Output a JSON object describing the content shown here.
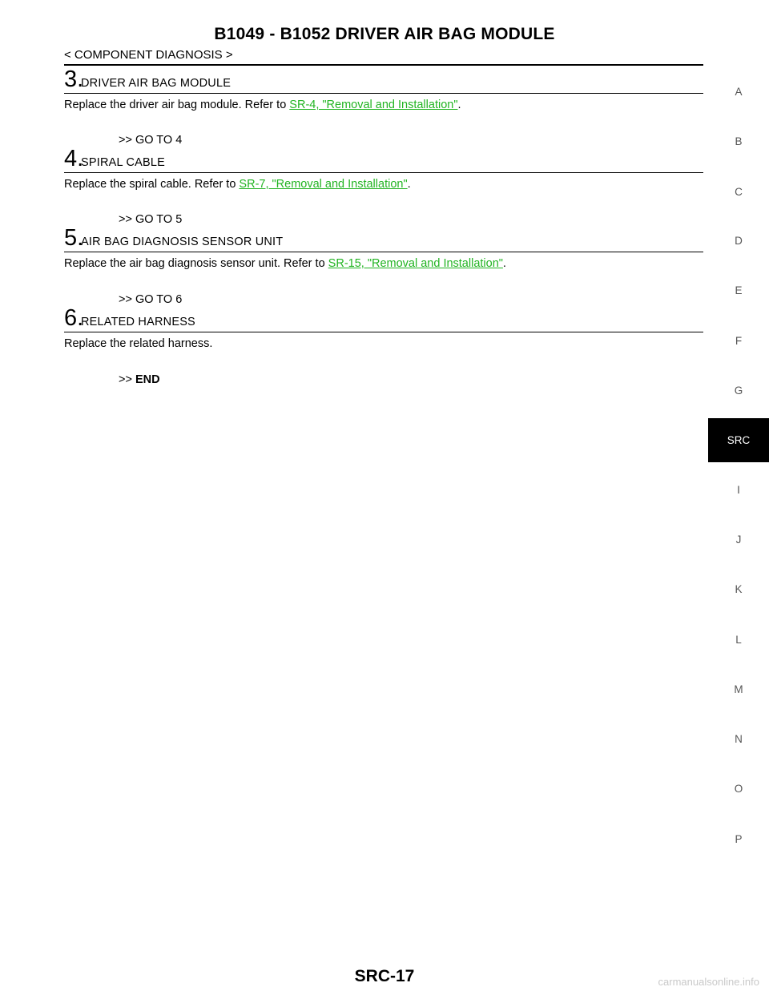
{
  "header": {
    "title": "B1049 - B1052 DRIVER AIR BAG MODULE",
    "breadcrumb": "< COMPONENT DIAGNOSIS >"
  },
  "steps": [
    {
      "number": "3.",
      "title": "DRIVER AIR BAG MODULE",
      "text_before": "Replace the driver air bag module.  Refer to ",
      "link": "SR-4, \"Removal and Installation\"",
      "text_after": ".",
      "goto_prefix": ">> ",
      "goto": "GO TO 4"
    },
    {
      "number": "4.",
      "title": "SPIRAL CABLE",
      "text_before": "Replace the spiral cable.  Refer to ",
      "link": "SR-7, \"Removal and Installation\"",
      "text_after": ".",
      "goto_prefix": ">> ",
      "goto": "GO TO 5"
    },
    {
      "number": "5.",
      "title": "AIR BAG DIAGNOSIS SENSOR UNIT",
      "text_before": "Replace the air bag diagnosis sensor unit.  Refer to ",
      "link": "SR-15, \"Removal and Installation\"",
      "text_after": ".",
      "goto_prefix": ">> ",
      "goto": "GO TO 6"
    },
    {
      "number": "6.",
      "title": "RELATED HARNESS",
      "text_before": "Replace the related harness.",
      "goto_prefix": ">> ",
      "goto": "END"
    }
  ],
  "index_tabs": [
    "A",
    "B",
    "C",
    "D",
    "E",
    "F",
    "G",
    "SRC",
    "I",
    "J",
    "K",
    "L",
    "M",
    "N",
    "O",
    "P"
  ],
  "active_tab": "SRC",
  "footer": {
    "page_number": "SRC-17",
    "watermark": "carmanualsonline.info"
  },
  "colors": {
    "link": "#22b422",
    "active_tab_bg": "#000000"
  }
}
